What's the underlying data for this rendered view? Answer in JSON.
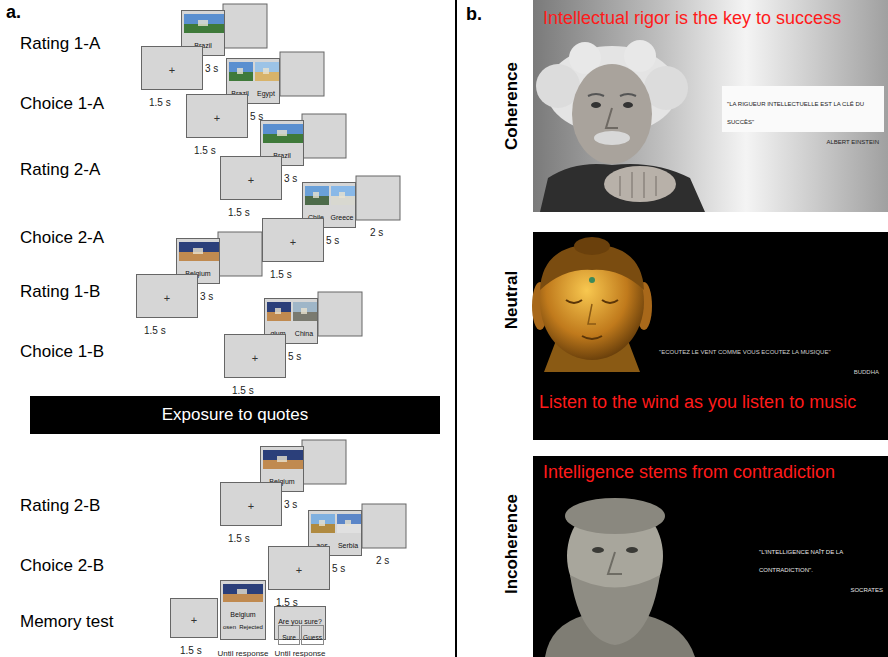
{
  "diagram": {
    "nodes": [
      {
        "text": [
          "+"
        ]
      },
      {
        "text": [
          "Brazil"
        ]
      },
      {
        "text": [
          "+"
        ]
      },
      {
        "text": [
          "Brazil",
          "Egypt"
        ]
      },
      {
        "text": [
          "+"
        ]
      },
      {
        "text": [
          "Brazil"
        ]
      },
      {
        "text": [
          "+"
        ]
      },
      {
        "text": [
          "Chile",
          "Greece"
        ]
      },
      {
        "text": [
          "+"
        ]
      },
      {
        "text": [
          "Belgium"
        ]
      },
      {
        "text": [
          "+"
        ]
      },
      {
        "text": [
          "gium",
          "China"
        ]
      },
      {
        "text": [
          "Exposure to quotes"
        ]
      },
      {
        "text": [
          "+"
        ]
      },
      {
        "text": [
          "Belgium"
        ]
      },
      {
        "text": [
          "+"
        ]
      },
      {
        "text": [
          "aos",
          "Serbia"
        ]
      },
      {
        "text": [
          "+"
        ]
      },
      {
        "text": [
          "Belgium",
          "osen",
          "Rejected"
        ]
      },
      {
        "text": [
          "Are you sure?",
          "Sure",
          "Guess"
        ]
      },
      {
        "text": [
          "Intellectual rigor is the key to success",
          "\"LA RIGUEUR INTELLECTUELLE EST LA CLÉ DU SUCCÈS\"",
          "ALBERT EINSTEIN"
        ]
      },
      {
        "text": [
          "\"ECOUTEZ LE VENT COMME VOUS ECOUTEZ LA MUSIQUE\"",
          "BUDDHA",
          "Listen to the wind as you listen to music"
        ]
      },
      {
        "text": [
          "Intelligence stems from contradiction",
          "\"L'INTELLIGENCE NAÎT DE LA CONTRADICTION\".",
          "SOCRATES"
        ]
      }
    ],
    "labels": [
      "a.",
      "Rating 1-A",
      "1.5 s",
      "3 s",
      "Choice 1-A",
      "1.5 s",
      "5 s",
      "Rating 2-A",
      "1.5 s",
      "3 s",
      "Choice 2-A",
      "1.5 s",
      "5 s",
      "2 s",
      "Rating 1-B",
      "1.5 s",
      "3 s",
      "Choice 1-B",
      "1.5 s",
      "5 s",
      "Rating 2-B",
      "1.5 s",
      "3 s",
      "Choice 2-B",
      "1.5 s",
      "5 s",
      "2 s",
      "Memory test",
      "1.5 s",
      "Until response",
      "Until response",
      "b.",
      "Coherence",
      "Neutral",
      "Incoherence"
    ]
  }
}
